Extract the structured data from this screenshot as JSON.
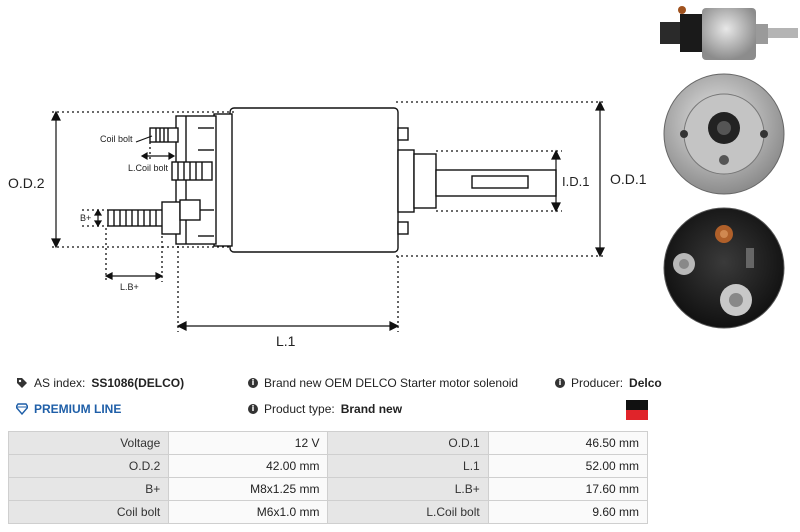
{
  "dimension_labels": {
    "od2": "O.D.2",
    "od1": "O.D.1",
    "id1": "I.D.1",
    "l1": "L.1",
    "coil_bolt": "Coil bolt",
    "l_coil_bolt": "L.Coil bolt",
    "b_plus": "B+",
    "lb_plus": "L.B+"
  },
  "info": {
    "as_index_label": "AS index:",
    "as_index_value": "SS1086(DELCO)",
    "premium": "PREMIUM LINE",
    "description": "Brand new OEM DELCO Starter motor solenoid",
    "product_type_label": "Product type:",
    "product_type_value": "Brand new",
    "producer_label": "Producer:",
    "producer_value": "Delco"
  },
  "specs": [
    {
      "label_a": "Voltage",
      "value_a": "12 V",
      "label_b": "O.D.1",
      "value_b": "46.50 mm"
    },
    {
      "label_a": "O.D.2",
      "value_a": "42.00 mm",
      "label_b": "L.1",
      "value_b": "52.00 mm"
    },
    {
      "label_a": "B+",
      "value_a": "M8x1.25 mm",
      "label_b": "L.B+",
      "value_b": "17.60 mm"
    },
    {
      "label_a": "Coil bolt",
      "value_a": "M6x1.0 mm",
      "label_b": "L.Coil bolt",
      "value_b": "9.60 mm"
    }
  ],
  "icons": {
    "tag": "tag-icon",
    "premium": "diamond-icon",
    "info": "info-icon",
    "brand_flag": "flag-icon"
  },
  "colors": {
    "premium": "#1f5fa8",
    "flag_top": "#111111",
    "flag_bottom": "#e0242a"
  }
}
